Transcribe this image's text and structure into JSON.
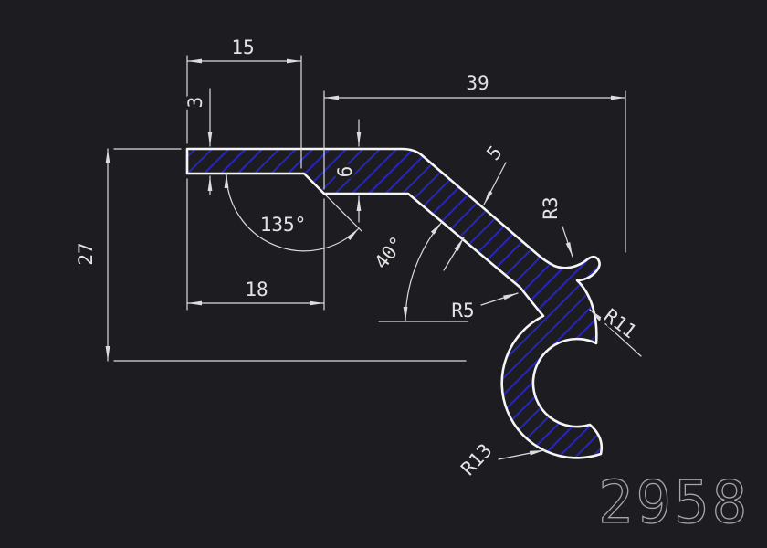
{
  "colors": {
    "background": "#1d1d21",
    "profile_outline": "#f5f5f5",
    "hatch_blue": "#2626b8",
    "dimension_lines": "#dcdcdc",
    "part_number_gray": "#a6a6a6"
  },
  "drawing": {
    "part_number": "2958",
    "dimensions": {
      "top_width": "15",
      "top_thickness": "3",
      "upper_width": "39",
      "mid_thickness": "6",
      "slope_thickness": "5",
      "left_height": "27",
      "step_angle": "135°",
      "slope_angle": "40°",
      "lower_width": "18",
      "radius_hook": "R3",
      "radius_fillet": "R5",
      "radius_outer_curl": "R11",
      "radius_inner_curl": "R13"
    }
  }
}
